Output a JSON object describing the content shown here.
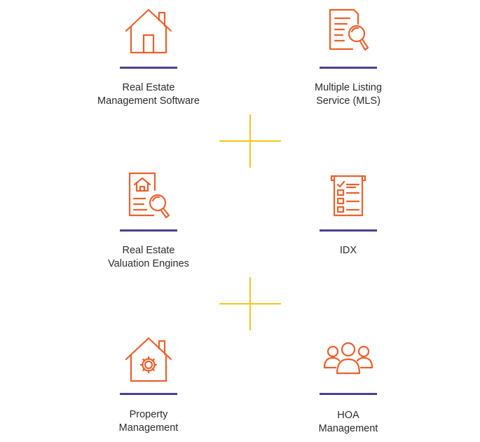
{
  "colors": {
    "icon": "#e8612c",
    "bar": "#4f3f8f",
    "cross": "#f5c518",
    "text": "#2b2b2b"
  },
  "cards": [
    {
      "icon": "house-icon",
      "lines": [
        "Real Estate",
        "Management Software"
      ]
    },
    {
      "icon": "document-search-icon",
      "lines": [
        "Multiple Listing",
        "Service (MLS)"
      ]
    },
    {
      "icon": "house-document-search-icon",
      "lines": [
        "Real Estate",
        "Valuation Engines"
      ]
    },
    {
      "icon": "checklist-icon",
      "lines": [
        "IDX"
      ]
    },
    {
      "icon": "house-gear-icon",
      "lines": [
        "Property",
        "Management"
      ]
    },
    {
      "icon": "group-people-icon",
      "lines": [
        "HOA",
        "Management"
      ]
    }
  ]
}
